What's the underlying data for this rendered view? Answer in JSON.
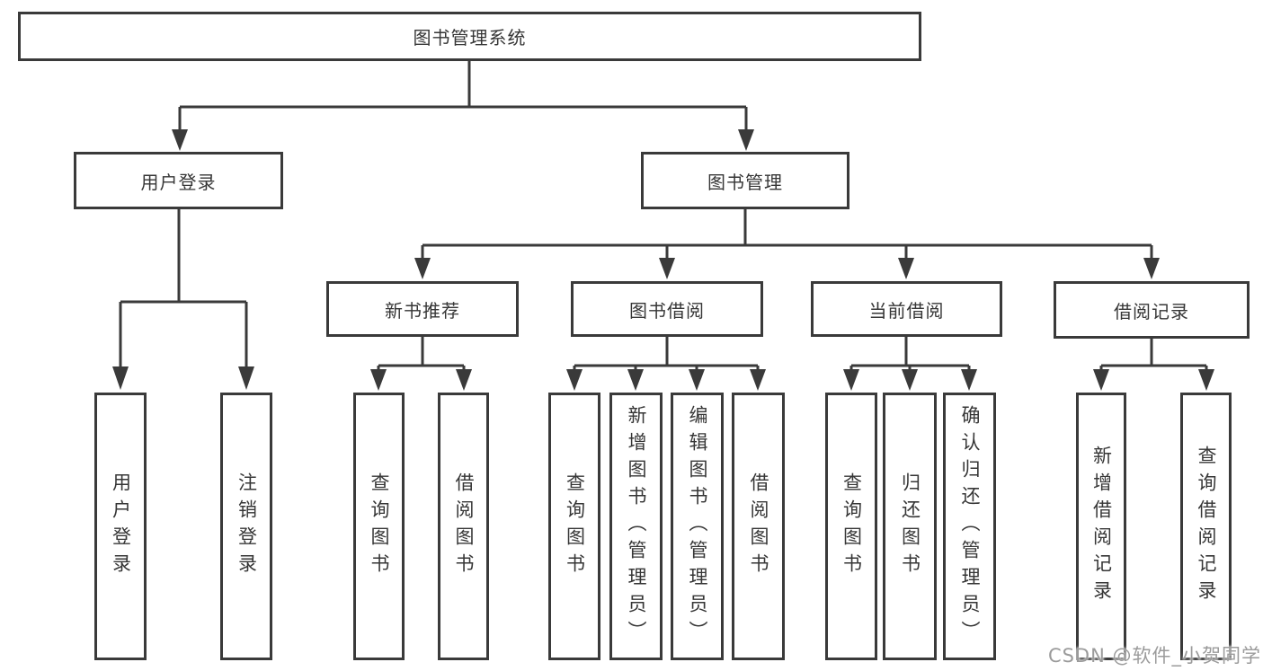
{
  "title": "图书管理系统",
  "nodes": {
    "root": "图书管理系统",
    "user_login": "用户登录",
    "book_mgmt": "图书管理",
    "new_book": "新书推荐",
    "book_borrow": "图书借阅",
    "current_borrow": "当前借阅",
    "borrow_record": "借阅记录"
  },
  "leaves": {
    "user_login": [
      "用户登录",
      "注销登录"
    ],
    "new_book": [
      "查询图书",
      "借阅图书"
    ],
    "book_borrow": [
      "查询图书",
      "新增图书（管理员）",
      "编辑图书（管理员）",
      "借阅图书"
    ],
    "current_borrow": [
      "查询图书",
      "归还图书",
      "确认归还（管理员）"
    ],
    "borrow_record": [
      "新增借阅记录",
      "查询借阅记录"
    ]
  },
  "watermark": "CSDN @软件_小贺同学",
  "colors": {
    "line": "#3a3a3a",
    "text": "#363636",
    "watermark": "#9b9b9b",
    "background": "#ffffff"
  }
}
